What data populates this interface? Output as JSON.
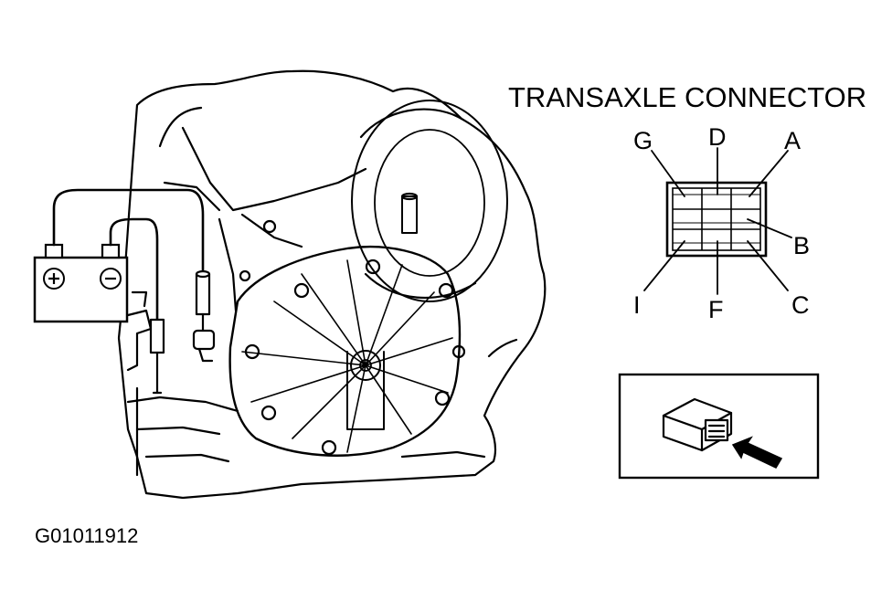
{
  "title": "TRANSAXLE CONNECTOR",
  "pins": {
    "g": "G",
    "d": "D",
    "a": "A",
    "b": "B",
    "c": "C",
    "f": "F",
    "i": "I"
  },
  "battery": {
    "positive": "⊕",
    "negative": "⊖"
  },
  "figure_id": "G01011912"
}
